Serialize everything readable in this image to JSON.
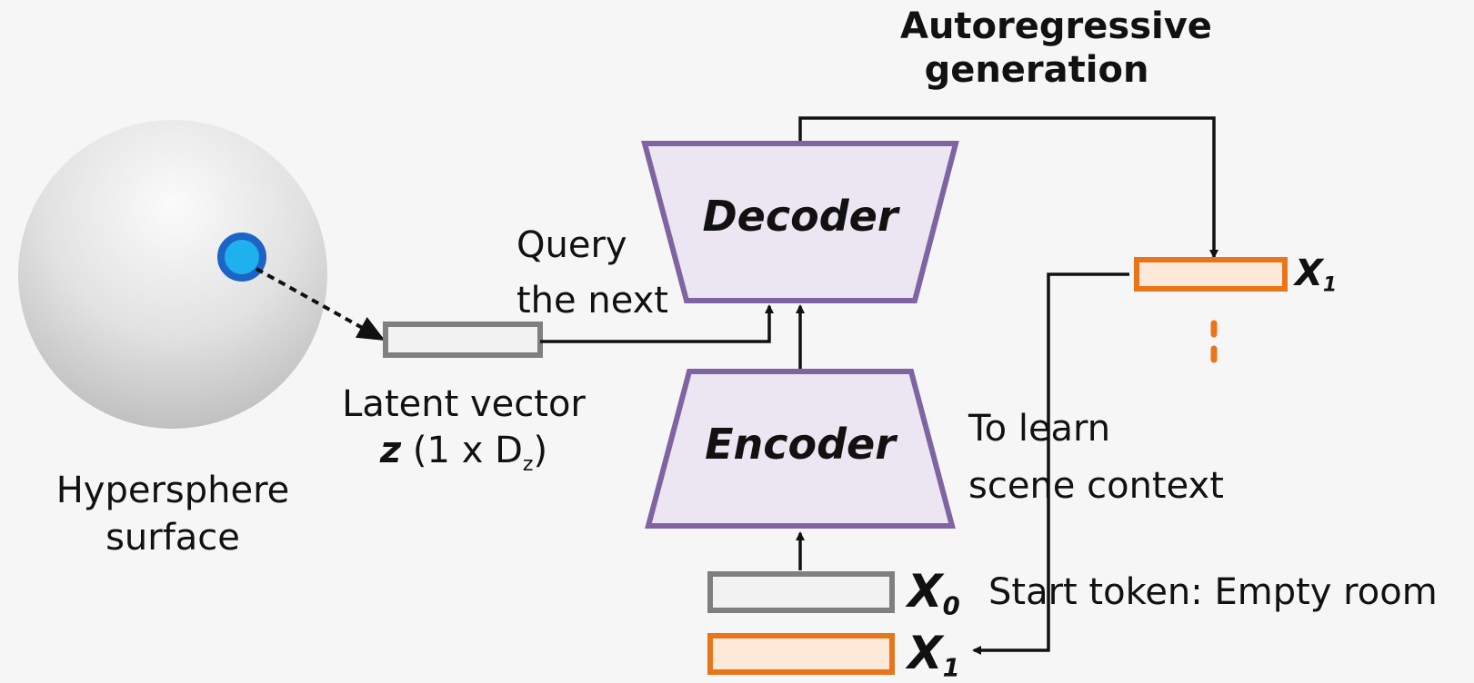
{
  "title": "Autoregressive generation",
  "decoder_label": "Decoder",
  "encoder_label": "Encoder",
  "query_text": [
    "Query",
    "the next"
  ],
  "latent_text": "Latent vector",
  "latent_symbol": "z",
  "latent_dim_open": "(1 x D",
  "latent_dim_sub": "z",
  "latent_dim_close": ")",
  "sphere_text": [
    "Hypersphere",
    "surface"
  ],
  "context_text": [
    "To learn",
    "scene context"
  ],
  "start_token_text": "Start token: Empty room",
  "token_x0": {
    "base": "X",
    "sub": "0"
  },
  "token_x1_output": {
    "base": "X",
    "sub": "1"
  },
  "token_x1_input": {
    "base": "X",
    "sub": "1"
  },
  "colors": {
    "block_fill": "#ebe6f1",
    "block_stroke": "#8064a2",
    "orange": "#e8751a",
    "orange_fill": "#fde9d9",
    "gray_stroke": "#7f7f7f",
    "gray_fill": "#f2f2f2",
    "point_fill": "#1fb0ee",
    "point_stroke": "#1c64c6"
  }
}
